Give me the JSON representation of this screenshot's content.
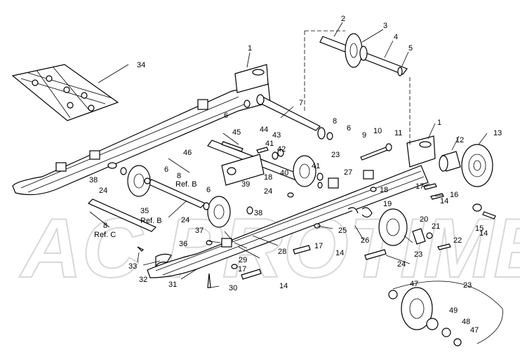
{
  "watermark": "AC PROTIME",
  "callouts": [
    {
      "id": "c1",
      "text": "1"
    },
    {
      "id": "c1b",
      "text": "1"
    },
    {
      "id": "c2",
      "text": "2"
    },
    {
      "id": "c3",
      "text": "3"
    },
    {
      "id": "c4",
      "text": "4"
    },
    {
      "id": "c5",
      "text": "5"
    },
    {
      "id": "c6a",
      "text": "6"
    },
    {
      "id": "c6b",
      "text": "6"
    },
    {
      "id": "c6c",
      "text": "6"
    },
    {
      "id": "c6d",
      "text": "6"
    },
    {
      "id": "c7",
      "text": "7"
    },
    {
      "id": "c8a",
      "text": "8"
    },
    {
      "id": "c8b",
      "text": "8"
    },
    {
      "id": "c8c",
      "text": "8"
    },
    {
      "id": "c9",
      "text": "9"
    },
    {
      "id": "c10",
      "text": "10"
    },
    {
      "id": "c11",
      "text": "11"
    },
    {
      "id": "c12",
      "text": "12"
    },
    {
      "id": "c13",
      "text": "13"
    },
    {
      "id": "c14a",
      "text": "14"
    },
    {
      "id": "c14b",
      "text": "14"
    },
    {
      "id": "c14c",
      "text": "14"
    },
    {
      "id": "c14d",
      "text": "14"
    },
    {
      "id": "c15",
      "text": "15"
    },
    {
      "id": "c16",
      "text": "16"
    },
    {
      "id": "c17a",
      "text": "17"
    },
    {
      "id": "c17b",
      "text": "17"
    },
    {
      "id": "c17c",
      "text": "17"
    },
    {
      "id": "c18a",
      "text": "18"
    },
    {
      "id": "c18b",
      "text": "18"
    },
    {
      "id": "c19",
      "text": "19"
    },
    {
      "id": "c20",
      "text": "20"
    },
    {
      "id": "c21",
      "text": "21"
    },
    {
      "id": "c22",
      "text": "22"
    },
    {
      "id": "c23a",
      "text": "23"
    },
    {
      "id": "c23b",
      "text": "23"
    },
    {
      "id": "c23c",
      "text": "23"
    },
    {
      "id": "c24a",
      "text": "24"
    },
    {
      "id": "c24b",
      "text": "24"
    },
    {
      "id": "c24c",
      "text": "24"
    },
    {
      "id": "c24d",
      "text": "24"
    },
    {
      "id": "c25",
      "text": "25"
    },
    {
      "id": "c26",
      "text": "26"
    },
    {
      "id": "c27",
      "text": "27"
    },
    {
      "id": "c28",
      "text": "28"
    },
    {
      "id": "c29",
      "text": "29"
    },
    {
      "id": "c30",
      "text": "30"
    },
    {
      "id": "c31",
      "text": "31"
    },
    {
      "id": "c32",
      "text": "32"
    },
    {
      "id": "c33",
      "text": "33"
    },
    {
      "id": "c34",
      "text": "34"
    },
    {
      "id": "c35",
      "text": "35"
    },
    {
      "id": "c36",
      "text": "36"
    },
    {
      "id": "c37",
      "text": "37"
    },
    {
      "id": "c38a",
      "text": "38"
    },
    {
      "id": "c38b",
      "text": "38"
    },
    {
      "id": "c39",
      "text": "39"
    },
    {
      "id": "c40",
      "text": "40"
    },
    {
      "id": "c41a",
      "text": "41"
    },
    {
      "id": "c41b",
      "text": "41"
    },
    {
      "id": "c42",
      "text": "42"
    },
    {
      "id": "c43",
      "text": "43"
    },
    {
      "id": "c44",
      "text": "44"
    },
    {
      "id": "c45",
      "text": "45"
    },
    {
      "id": "c46",
      "text": "46"
    },
    {
      "id": "c47a",
      "text": "47"
    },
    {
      "id": "c47b",
      "text": "47"
    },
    {
      "id": "c48",
      "text": "48"
    },
    {
      "id": "c49",
      "text": "49"
    }
  ],
  "refs": [
    {
      "id": "refB1",
      "text": "Ref. B"
    },
    {
      "id": "refB2",
      "text": "Ref. B"
    },
    {
      "id": "refC",
      "text": "Ref. C"
    }
  ]
}
